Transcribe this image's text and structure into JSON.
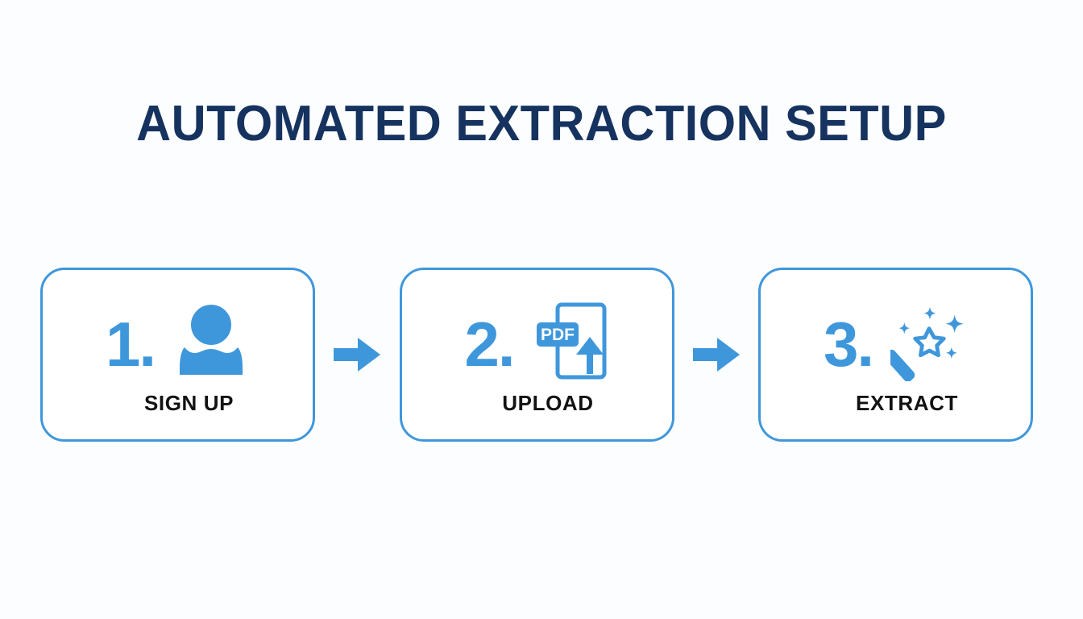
{
  "page": {
    "title": "AUTOMATED EXTRACTION SETUP",
    "background_color": "#fcfdfe",
    "accent_color": "#3f97db",
    "title_color": "#16335f",
    "label_color": "#121212"
  },
  "flow": {
    "steps": [
      {
        "number": "1.",
        "label": "SIGN UP",
        "icon": "user-icon"
      },
      {
        "number": "2.",
        "label": "UPLOAD",
        "icon": "pdf-upload-icon",
        "icon_badge_text": "PDF"
      },
      {
        "number": "3.",
        "label": "EXTRACT",
        "icon": "magic-wand-icon"
      }
    ],
    "connectors": [
      {
        "icon": "arrow-right-icon"
      },
      {
        "icon": "arrow-right-icon"
      }
    ]
  }
}
